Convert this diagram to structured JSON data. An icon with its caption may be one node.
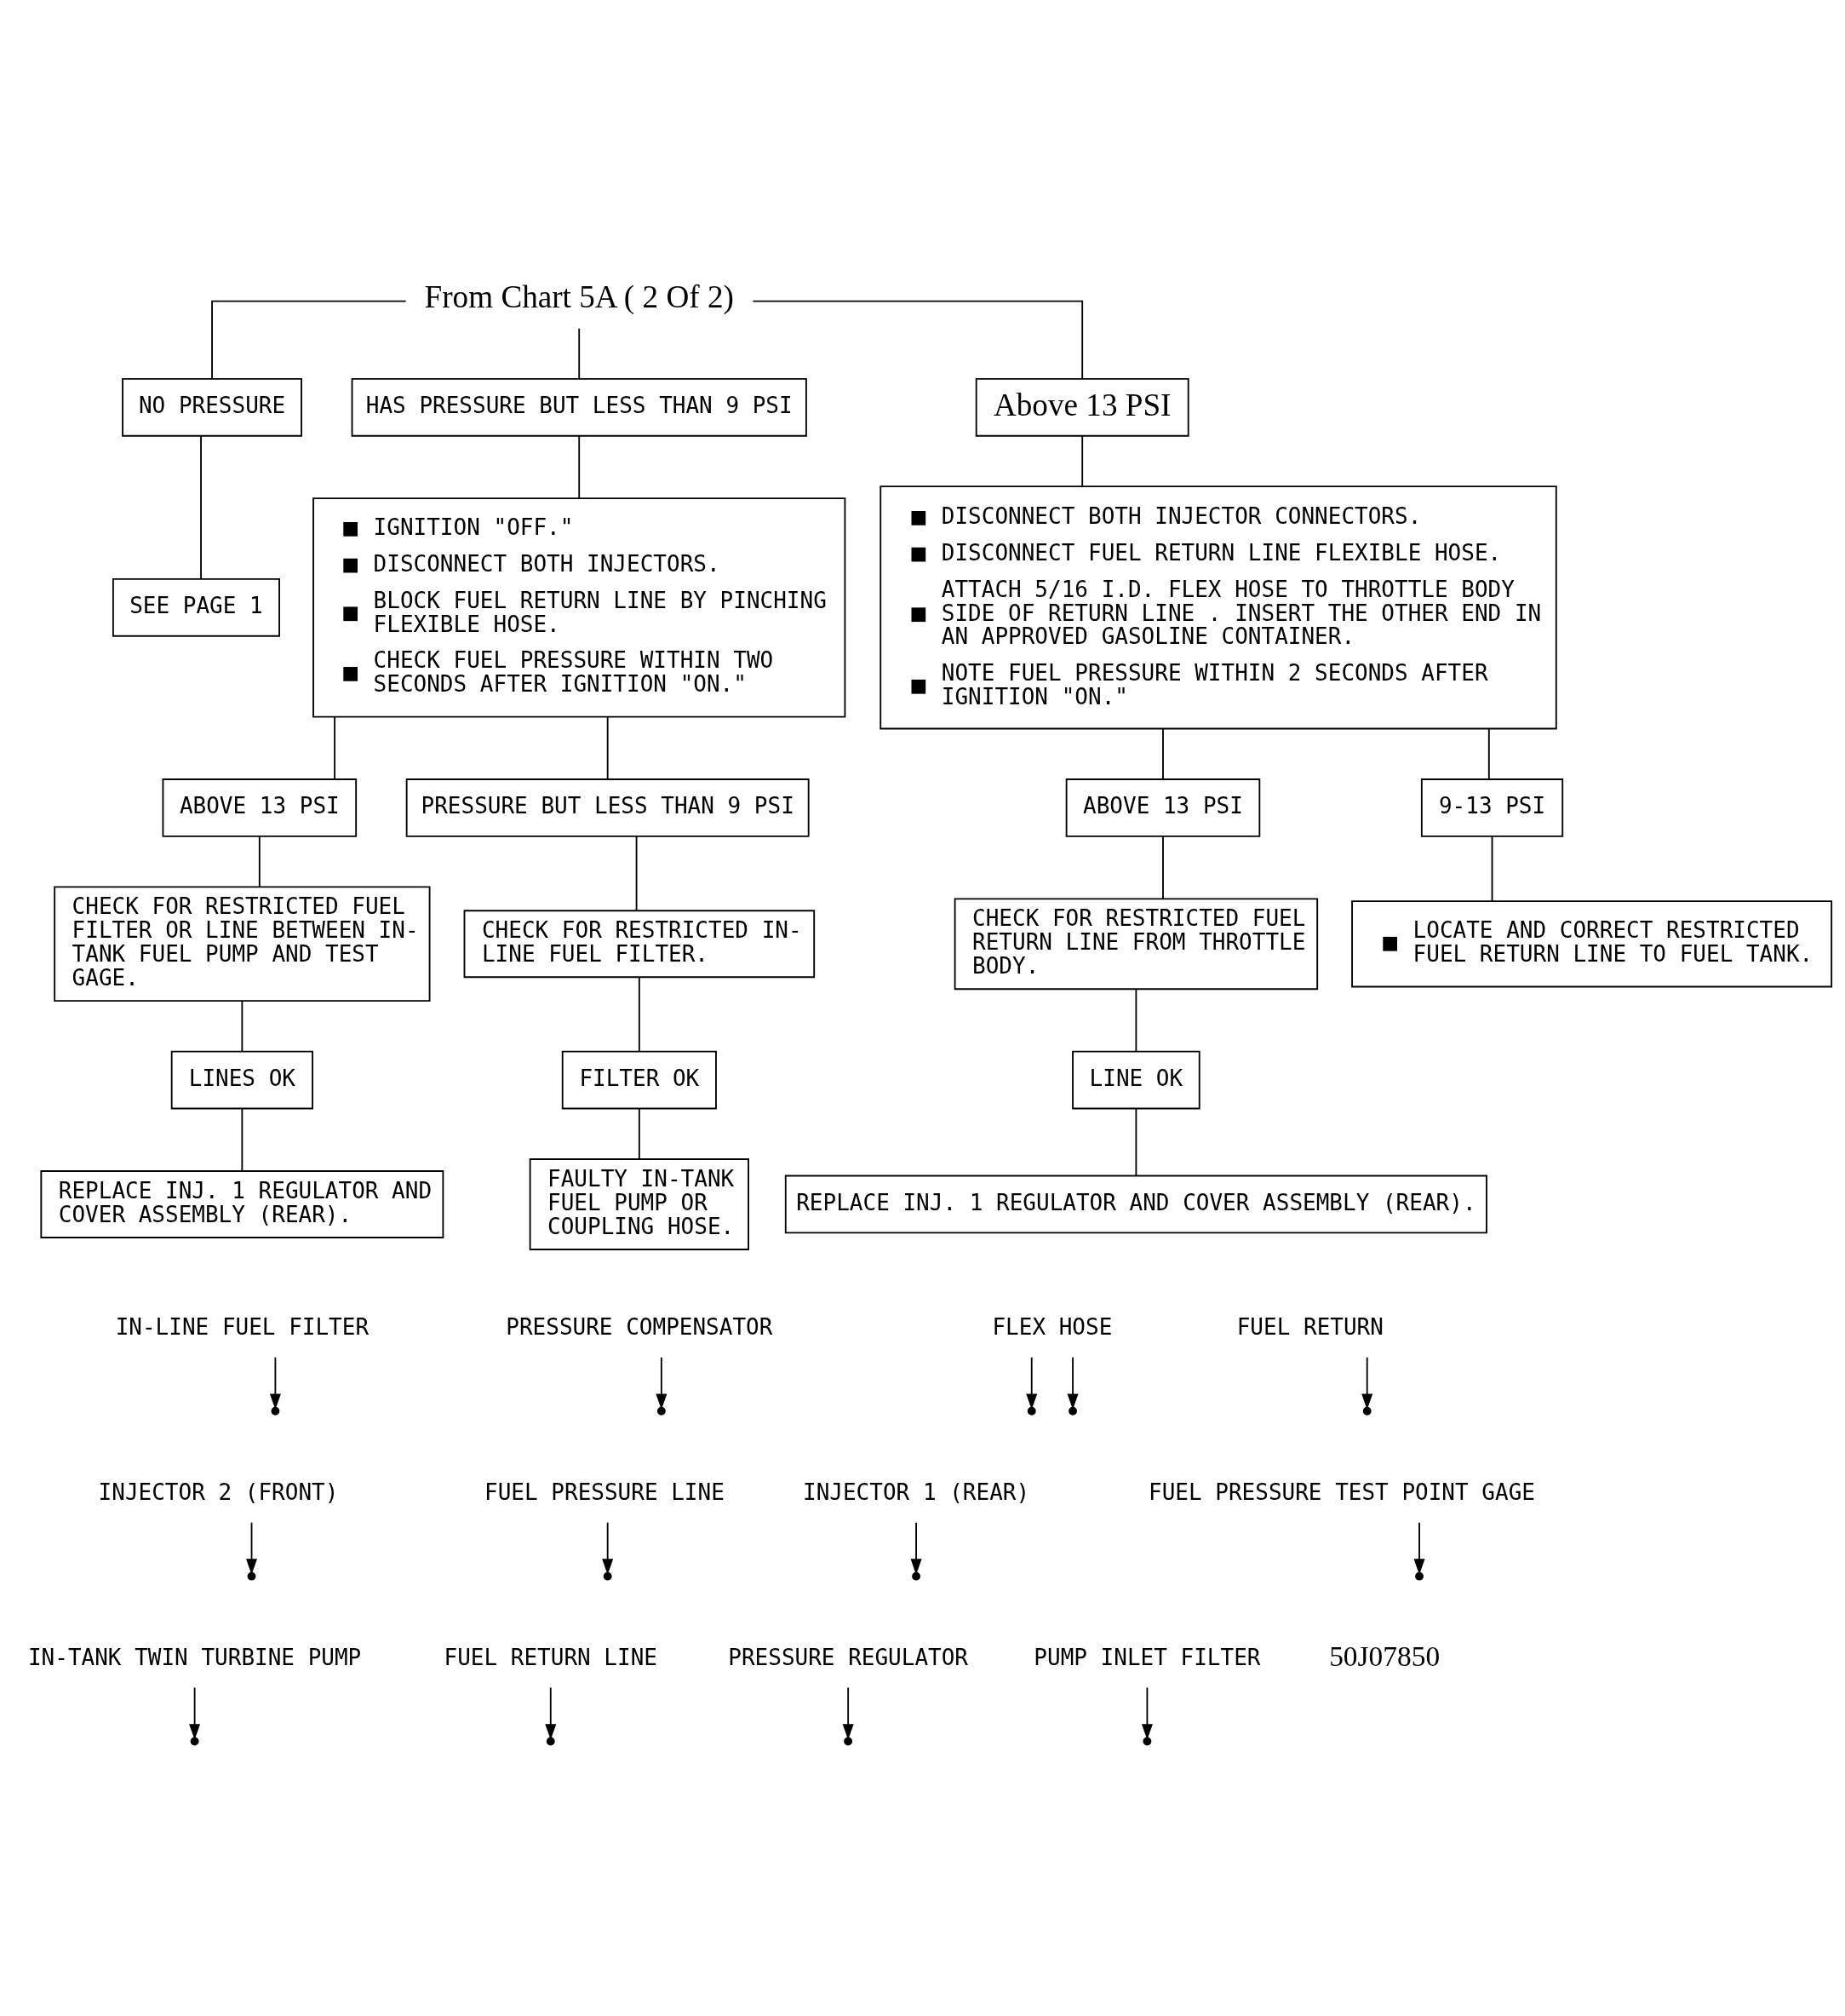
{
  "diagram": {
    "nodes": [
      {
        "text": [
          "From Chart 5A ( 2 Of 2)"
        ]
      },
      {
        "text": [
          "NO PRESSURE"
        ]
      },
      {
        "text": [
          "HAS PRESSURE BUT LESS THAN 9 PSI"
        ]
      },
      {
        "text": [
          "Above 13 PSI"
        ]
      },
      {
        "text": [
          "SEE PAGE 1"
        ]
      },
      {
        "text": [
          "IGNITION \"OFF.\"",
          "DISCONNECT BOTH INJECTORS.",
          "BLOCK FUEL RETURN LINE BY PINCHING FLEXIBLE HOSE.",
          "CHECK FUEL PRESSURE WITHIN TWO SECONDS AFTER IGNITION \"ON.\""
        ]
      },
      {
        "text": [
          "DISCONNECT BOTH INJECTOR CONNECTORS.",
          "DISCONNECT FUEL RETURN LINE FLEXIBLE HOSE.",
          "ATTACH 5/16 I.D. FLEX HOSE TO THROTTLE BODY SIDE OF RETURN LINE . INSERT THE OTHER END IN AN APPROVED GASOLINE CONTAINER.",
          "NOTE FUEL PRESSURE WITHIN 2 SECONDS AFTER IGNITION \"ON.\""
        ]
      },
      {
        "text": [
          "ABOVE 13 PSI"
        ]
      },
      {
        "text": [
          "PRESSURE BUT LESS THAN 9 PSI"
        ]
      },
      {
        "text": [
          "CHECK FOR RESTRICTED FUEL FILTER OR LINE BETWEEN IN-TANK FUEL PUMP AND TEST GAGE."
        ]
      },
      {
        "text": [
          "CHECK FOR RESTRICTED IN-LINE FUEL FILTER."
        ]
      },
      {
        "text": [
          "LINES OK"
        ]
      },
      {
        "text": [
          "FILTER OK"
        ]
      },
      {
        "text": [
          "REPLACE INJ. 1 REGULATOR AND COVER ASSEMBLY (REAR)."
        ]
      },
      {
        "text": [
          "FAULTY IN-TANK FUEL PUMP OR COUPLING HOSE."
        ]
      },
      {
        "text": [
          "ABOVE 13 PSI"
        ]
      },
      {
        "text": [
          "9-13 PSI"
        ]
      },
      {
        "text": [
          "CHECK FOR RESTRICTED FUEL RETURN LINE FROM THROTTLE BODY."
        ]
      },
      {
        "text": [
          "LOCATE AND CORRECT RESTRICTED FUEL RETURN LINE TO FUEL TANK."
        ]
      },
      {
        "text": [
          "LINE OK"
        ]
      },
      {
        "text": [
          "REPLACE INJ. 1 REGULATOR AND COVER ASSEMBLY (REAR)."
        ]
      },
      {
        "text": [
          "PRESSURE COMPENSATOR"
        ]
      },
      {
        "text": [
          "IN-LINE FUEL FILTER"
        ]
      },
      {
        "text": [
          "FLEX HOSE"
        ]
      },
      {
        "text": [
          "FUEL RETURN"
        ]
      },
      {
        "text": [
          "INJECTOR 2 (FRONT)"
        ]
      },
      {
        "text": [
          "FUEL PRESSURE LINE"
        ]
      },
      {
        "text": [
          "INJECTOR 1 (REAR)"
        ]
      },
      {
        "text": [
          "FUEL PRESSURE TEST POINT GAGE"
        ]
      },
      {
        "text": [
          "IN-TANK TWIN TURBINE PUMP"
        ]
      },
      {
        "text": [
          "FUEL RETURN LINE"
        ]
      },
      {
        "text": [
          "PRESSURE REGULATOR"
        ]
      },
      {
        "text": [
          "PUMP INLET FILTER"
        ]
      }
    ],
    "edges": [
      {
        "from": 0,
        "to": 1,
        "arrow": "none"
      },
      {
        "from": 0,
        "to": 2,
        "arrow": "none"
      },
      {
        "from": 0,
        "to": 3,
        "arrow": "none"
      },
      {
        "from": 1,
        "to": 4,
        "arrow": "none"
      },
      {
        "from": 2,
        "to": 5,
        "arrow": "none"
      },
      {
        "from": 3,
        "to": 6,
        "arrow": "none"
      },
      {
        "from": 5,
        "to": 7,
        "arrow": "none"
      },
      {
        "from": 5,
        "to": 8,
        "arrow": "none"
      },
      {
        "from": 7,
        "to": 9,
        "arrow": "none"
      },
      {
        "from": 8,
        "to": 10,
        "arrow": "none"
      },
      {
        "from": 9,
        "to": 11,
        "arrow": "none"
      },
      {
        "from": 10,
        "to": 12,
        "arrow": "none"
      },
      {
        "from": 11,
        "to": 13,
        "arrow": "none"
      },
      {
        "from": 12,
        "to": 14,
        "arrow": "none"
      },
      {
        "from": 6,
        "to": 15,
        "arrow": "none"
      },
      {
        "from": 6,
        "to": 16,
        "arrow": "none"
      },
      {
        "from": 15,
        "to": 17,
        "arrow": "none"
      },
      {
        "from": 16,
        "to": 18,
        "arrow": "none"
      },
      {
        "from": 17,
        "to": 19,
        "arrow": "none"
      },
      {
        "from": 19,
        "to": 20,
        "arrow": "none"
      },
      {
        "from": 21,
        "to": null,
        "arrow": "to"
      },
      {
        "from": 22,
        "to": null,
        "arrow": "to"
      },
      {
        "from": 23,
        "to": null,
        "arrow": "to"
      },
      {
        "from": 23,
        "to": null,
        "arrow": "to"
      },
      {
        "from": 24,
        "to": null,
        "arrow": "to"
      },
      {
        "from": 25,
        "to": null,
        "arrow": "to"
      },
      {
        "from": 26,
        "to": null,
        "arrow": "to"
      },
      {
        "from": 27,
        "to": null,
        "arrow": "to"
      },
      {
        "from": 28,
        "to": null,
        "arrow": "to"
      },
      {
        "from": 29,
        "to": null,
        "arrow": "to"
      },
      {
        "from": 30,
        "to": null,
        "arrow": "to"
      },
      {
        "from": 31,
        "to": null,
        "arrow": "to"
      },
      {
        "from": 32,
        "to": null,
        "arrow": "to"
      }
    ],
    "labels": [
      "50J07850"
    ]
  }
}
